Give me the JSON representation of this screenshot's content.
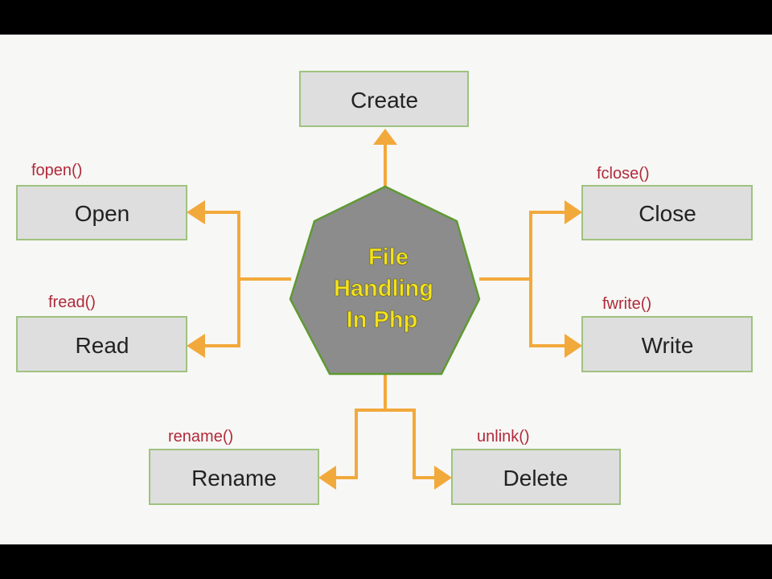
{
  "center": {
    "lines": [
      "File",
      "Handling",
      "In Php"
    ]
  },
  "nodes": {
    "create": {
      "label": "Create",
      "func": ""
    },
    "open": {
      "label": "Open",
      "func": "fopen()"
    },
    "read": {
      "label": "Read",
      "func": "fread()"
    },
    "close": {
      "label": "Close",
      "func": "fclose()"
    },
    "write": {
      "label": "Write",
      "func": "fwrite()"
    },
    "rename": {
      "label": "Rename",
      "func": "rename()"
    },
    "delete": {
      "label": "Delete",
      "func": "unlink()"
    }
  },
  "colors": {
    "arrow": "#f2a93b",
    "box_fill": "#dedede",
    "box_border": "#9fc27f",
    "center_fill": "#8c8c8c",
    "center_border": "#5f9a32",
    "center_text": "#f4e21e",
    "func_text": "#b02a3a"
  }
}
